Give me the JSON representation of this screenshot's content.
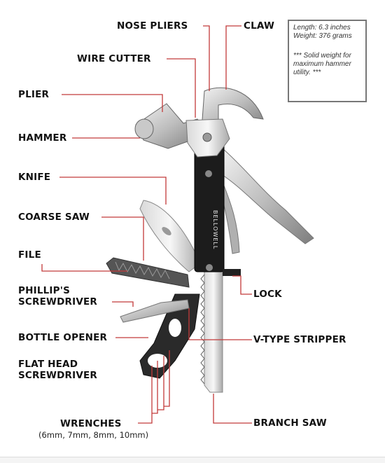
{
  "labels": {
    "nose_pliers": "NOSE PLIERS",
    "claw": "CLAW",
    "wire_cutter": "WIRE CUTTER",
    "plier": "PLIER",
    "hammer": "HAMMER",
    "knife": "KNIFE",
    "coarse_saw": "COARSE SAW",
    "file": "FILE",
    "phillips_line1": "PHILLIP'S",
    "phillips_line2": "SCREWDRIVER",
    "lock": "LOCK",
    "bottle_opener": "BOTTLE OPENER",
    "v_type_stripper": "V-TYPE STRIPPER",
    "flat_head_line1": "FLAT HEAD",
    "flat_head_line2": "SCREWDRIVER",
    "wrenches": "WRENCHES",
    "wrenches_sizes": "(6mm, 7mm, 8mm, 10mm)",
    "branch_saw": "BRANCH SAW"
  },
  "spec_box": {
    "length": "Length: 6.3 inches",
    "weight": "Weight: 376 grams",
    "note_line1": "*** Solid weight for",
    "note_line2": "maximum hammer",
    "note_line3": "utility. ***"
  },
  "handle_text": "BELLOWELL",
  "colors": {
    "leader_line": "#c23a3a",
    "handle": "#1c1c1c",
    "steel_light": "#e6e6e6",
    "steel_dark": "#8a8a8a"
  }
}
